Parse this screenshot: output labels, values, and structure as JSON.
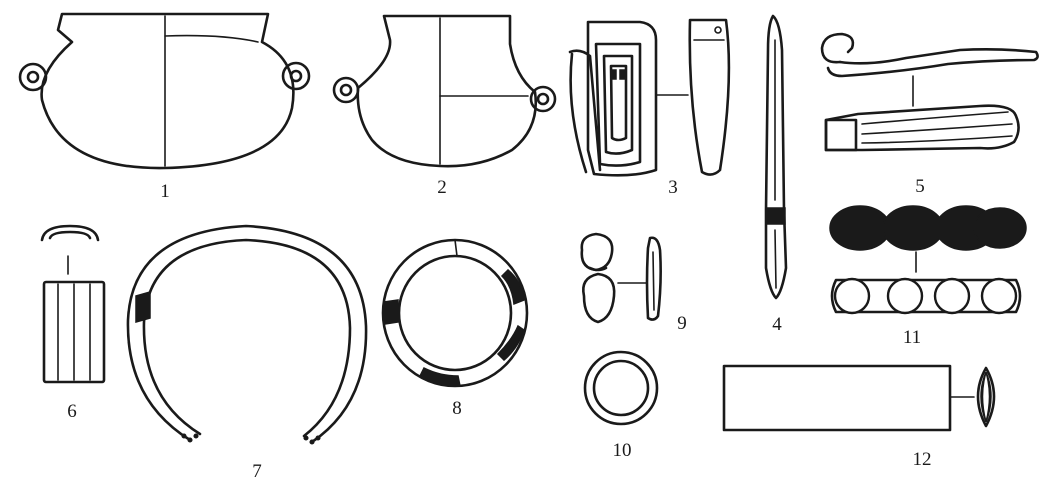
{
  "plate": {
    "figures": [
      {
        "id": "1",
        "label": "1",
        "object": "double-lugged ceramic jar"
      },
      {
        "id": "2",
        "label": "2",
        "object": "double-lugged ceramic jar"
      },
      {
        "id": "3",
        "label": "3",
        "object": "looped plaque"
      },
      {
        "id": "4",
        "label": "4",
        "object": "awl"
      },
      {
        "id": "5",
        "label": "5",
        "object": "hooked fitting"
      },
      {
        "id": "6",
        "label": "6",
        "object": "tube bead"
      },
      {
        "id": "7",
        "label": "7",
        "object": "open torque"
      },
      {
        "id": "8",
        "label": "8",
        "object": "bracelet"
      },
      {
        "id": "9",
        "label": "9",
        "object": "double bead"
      },
      {
        "id": "10",
        "label": "10",
        "object": "ring"
      },
      {
        "id": "11",
        "label": "11",
        "object": "segmented bead string"
      },
      {
        "id": "12",
        "label": "12",
        "object": "rectangular plate"
      }
    ]
  }
}
